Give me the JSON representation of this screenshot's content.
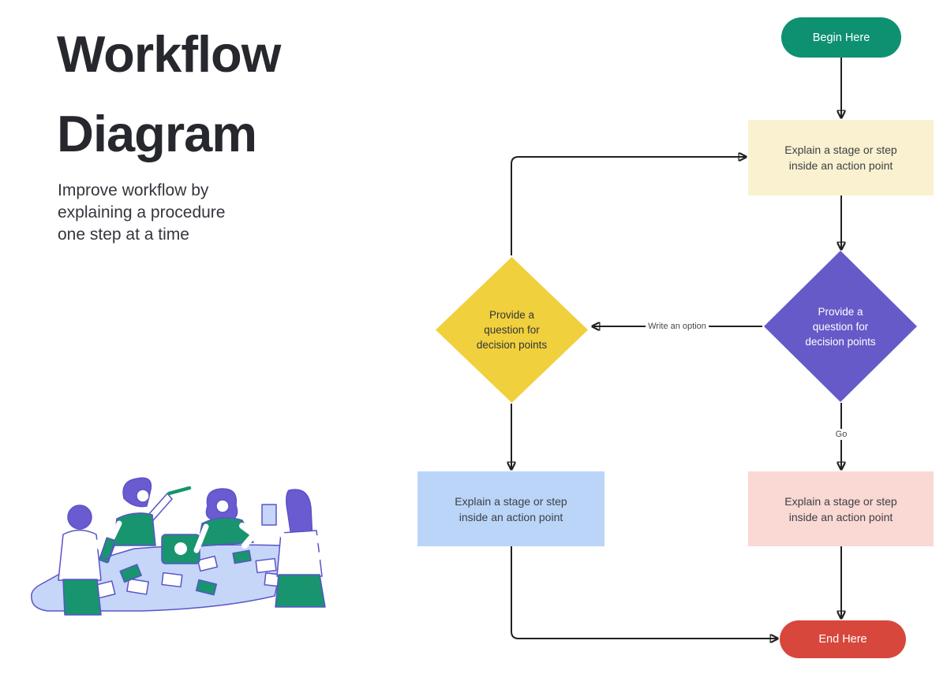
{
  "header": {
    "title_line1": "Workflow",
    "title_line2": "Diagram",
    "subtitle": "Improve workflow by explaining a procedure one step at a time"
  },
  "flowchart": {
    "nodes": {
      "begin": {
        "label": "Begin Here",
        "color": "#0E9171"
      },
      "action_top": {
        "label": "Explain a stage or step inside an action point",
        "color": "#FAF1D0"
      },
      "decision_right": {
        "label": "Provide a question for decision points",
        "color": "#655AC8"
      },
      "decision_left": {
        "label": "Provide a question for decision points",
        "color": "#F0D03C"
      },
      "action_left": {
        "label": "Explain a stage or step inside an action point",
        "color": "#BAD5F8"
      },
      "action_right": {
        "label": "Explain a stage or step inside an action point",
        "color": "#FAD8D3"
      },
      "end": {
        "label": "End Here",
        "color": "#D8473C"
      }
    },
    "edge_labels": {
      "write_an_option": "Write an option",
      "go": "Go"
    },
    "connector_color": "#212121"
  },
  "illustration": {
    "name": "team-collaboration-illustration",
    "palette": {
      "purple": "#6A5BD0",
      "green": "#18946F",
      "table_blue": "#C5D6F8"
    }
  }
}
